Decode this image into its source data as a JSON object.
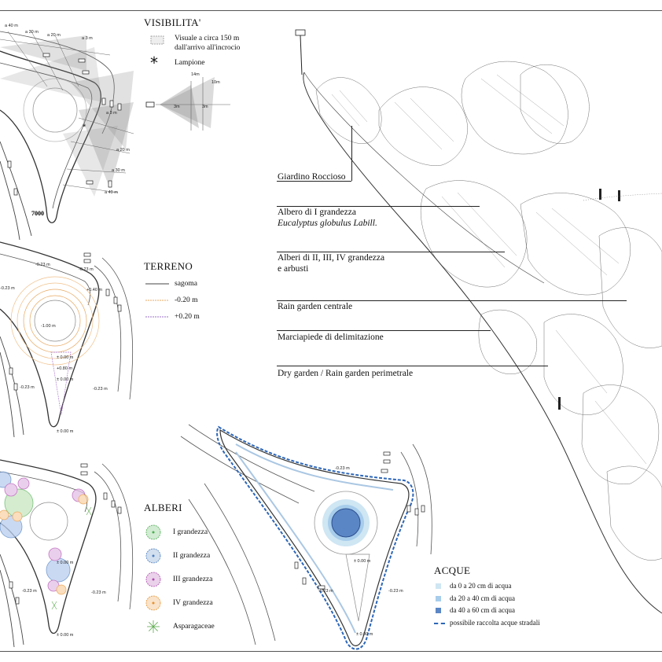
{
  "visibilita": {
    "title": "VISIBILITA'",
    "legend_visual_l1": "Visuale a circa 150 m",
    "legend_visual_l2": "dall'arrivo all'incrocio",
    "legend_lampione": "Lampione",
    "plan_labels": [
      "a 40 m",
      "a 30 m",
      "a 20 m",
      "a 3 m",
      "a 3 m",
      "a 20 m",
      "a 30 m",
      "a 40 m"
    ],
    "scale_label": "7000",
    "inset_labels": [
      "14m",
      "10m",
      "3m",
      "3m"
    ]
  },
  "terreno": {
    "title": "TERRENO",
    "legend_sagoma": "sagoma",
    "legend_minus": "-0.20 m",
    "legend_plus": "+0.20 m",
    "plan_labels": [
      "-0.23 m",
      "-0.23 m",
      "+0.40 m",
      "-1.00 m",
      "± 0.00 m",
      "+0.80 m",
      "± 0.00 m",
      "-0.23 m",
      "-0.23 m",
      "-0.23 m",
      "± 0.00 m"
    ]
  },
  "alberi": {
    "title": "ALBERI",
    "items": [
      {
        "label": "I grandezza",
        "color": "#4caf50"
      },
      {
        "label": "II grandezza",
        "color": "#4a7fc1"
      },
      {
        "label": "III grandezza",
        "color": "#b04bb0"
      },
      {
        "label": "IV grandezza",
        "color": "#e8912d"
      },
      {
        "label": "Asparagaceae",
        "color": "#5aa84a"
      }
    ],
    "plan_labels": [
      "± 0.00 m",
      "-0.23 m",
      "-0.23 m",
      "± 0.00 m"
    ]
  },
  "acque": {
    "title": "ACQUE",
    "items": [
      {
        "label": "da 0 a 20 cm di acqua",
        "color": "#cfe6f3"
      },
      {
        "label": "da 20 a 40 cm di acqua",
        "color": "#a7cdeb"
      },
      {
        "label": "da 40 a 60 cm di acqua",
        "color": "#5b86c5"
      },
      {
        "label": "possibile raccolta acque stradali",
        "color": "#2c66b8"
      }
    ],
    "plan_labels": [
      "-0.23 m",
      "± 0.00 m",
      "-0.23 m",
      "-0.23 m",
      "± 0.00 m"
    ]
  },
  "sezione": {
    "labels": [
      {
        "text": "Giardino Roccioso"
      },
      {
        "text": "Albero di  I grandezza",
        "italic": "Eucalyptus globulus Labill."
      },
      {
        "text": "Alberi di  II, III, IV grandezza",
        "text2": "e arbusti"
      },
      {
        "text": "Rain garden centrale"
      },
      {
        "text": "Marciapiede di delimitazione"
      },
      {
        "text": "Dry garden / Rain garden perimetrale"
      }
    ]
  }
}
